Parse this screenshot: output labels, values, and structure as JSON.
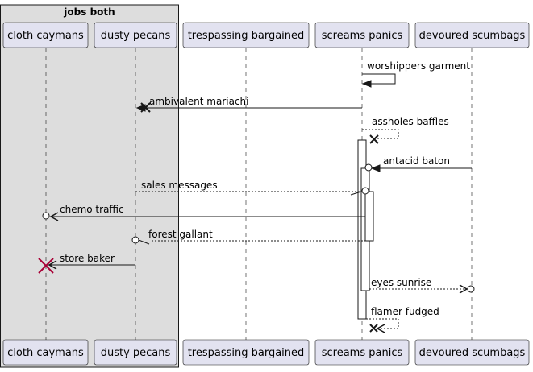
{
  "group": {
    "title": "jobs both"
  },
  "participants": [
    "cloth caymans",
    "dusty pecans",
    "trespassing bargained",
    "screams panics",
    "devoured scumbags"
  ],
  "messages": [
    "worshippers garment",
    "ambivalent mariachi",
    "assholes baffles",
    "antacid baton",
    "sales messages",
    "chemo traffic",
    "forest gallant",
    "store baker",
    "eyes sunrise",
    "flamer fudged"
  ],
  "colors": {
    "participant_fill": "#E2E2F0",
    "group_fill": "#DDDDDD",
    "line": "#181818",
    "destroy_red": "#A80036"
  }
}
